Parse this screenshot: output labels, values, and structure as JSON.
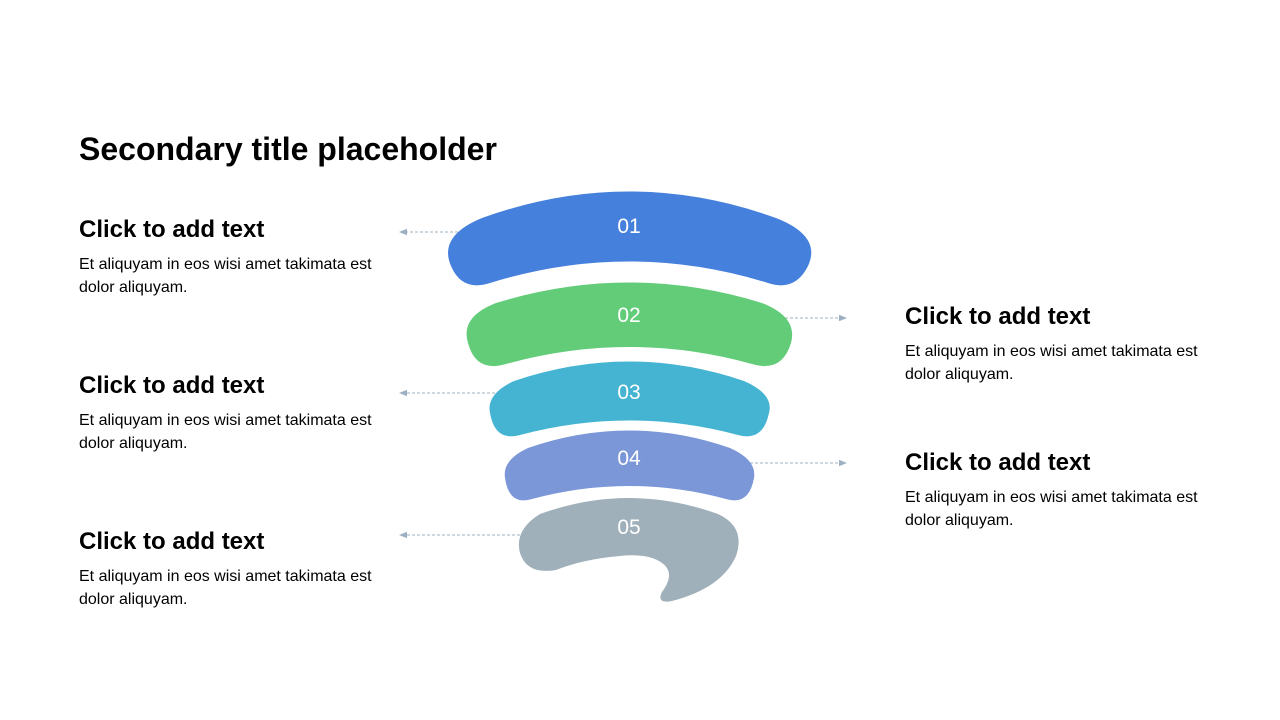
{
  "title": "Secondary title placeholder",
  "colors": {
    "band_1": "#4580DC",
    "band_2": "#63CC79",
    "band_3": "#45B4D2",
    "band_4": "#7B97D8",
    "band_5": "#9FB0BA",
    "connector": "#9DB0C2"
  },
  "bands": [
    {
      "label": "01"
    },
    {
      "label": "02"
    },
    {
      "label": "03"
    },
    {
      "label": "04"
    },
    {
      "label": "05"
    }
  ],
  "items": [
    {
      "heading": "Click to add text",
      "body": "Et aliquyam in eos wisi amet takimata est dolor aliquyam."
    },
    {
      "heading": "Click to add text",
      "body": "Et aliquyam in eos wisi amet takimata est dolor aliquyam."
    },
    {
      "heading": "Click to add text",
      "body": "Et aliquyam in eos wisi amet takimata est dolor aliquyam."
    },
    {
      "heading": "Click to add text",
      "body": "Et aliquyam in eos wisi amet takimata est dolor aliquyam."
    },
    {
      "heading": "Click to add text",
      "body": "Et aliquyam in eos wisi amet takimata est dolor aliquyam."
    }
  ]
}
